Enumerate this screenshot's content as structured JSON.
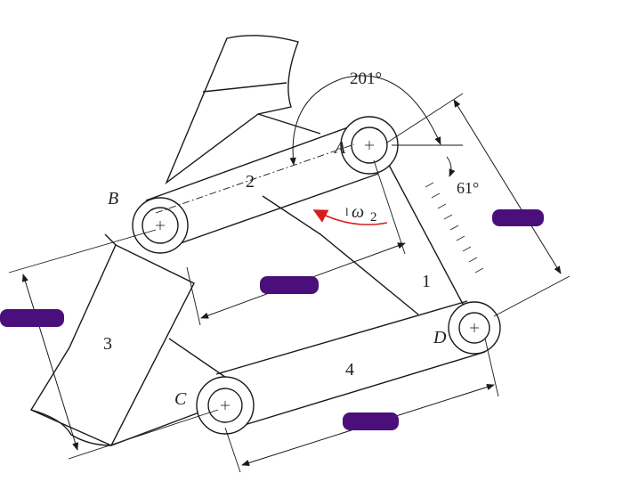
{
  "joints": {
    "a": "A",
    "b": "B",
    "c": "C",
    "d": "D"
  },
  "links": {
    "l1": "1",
    "l2": "2",
    "l3": "3",
    "l4": "4"
  },
  "angles": {
    "top": "201°",
    "right": "61°"
  },
  "angular_velocity": {
    "symbol": "ω",
    "subscript": "2",
    "tick": "l"
  },
  "colors": {
    "ink": "#1a1a1a",
    "redaction": "#4a0f7a",
    "arrow": "#d81c1c",
    "background": "#ffffff"
  }
}
